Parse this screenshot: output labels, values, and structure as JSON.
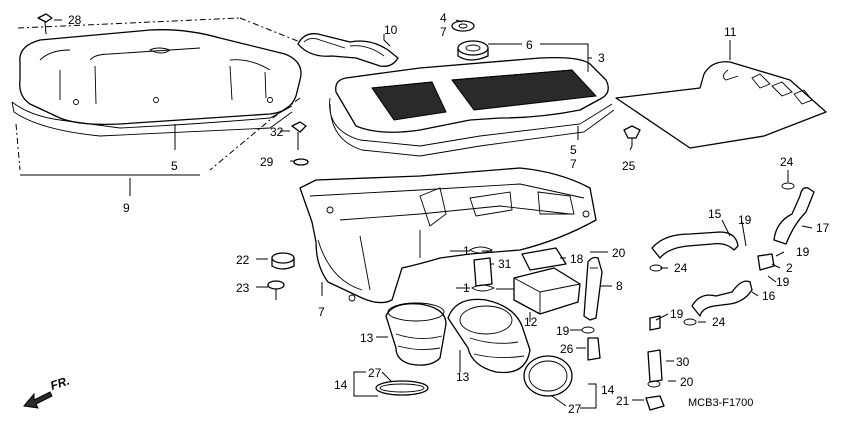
{
  "diagram": {
    "part_numbers": [
      "28",
      "10",
      "4",
      "7",
      "6",
      "3",
      "11",
      "5",
      "32",
      "29",
      "9",
      "22",
      "23",
      "1",
      "31",
      "18",
      "20",
      "8",
      "7",
      "13",
      "12",
      "19",
      "26",
      "30",
      "27",
      "14",
      "21",
      "15",
      "17",
      "24",
      "2",
      "16",
      "25"
    ],
    "drawing_code": "MCB3-F1700",
    "front_arrow_label": "FR."
  }
}
